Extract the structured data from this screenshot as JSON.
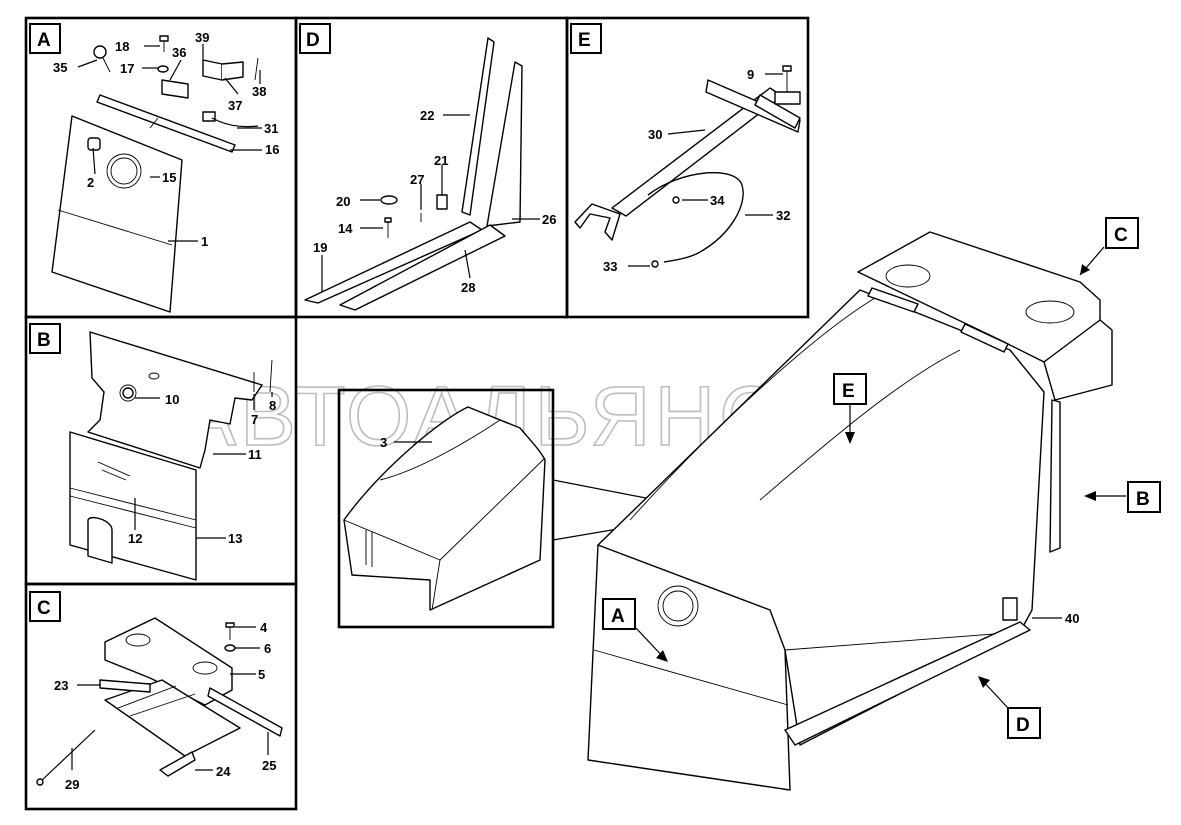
{
  "watermark": "АВТОАЛЬЯНС",
  "panels": {
    "A": "A",
    "B": "B",
    "C": "C",
    "D": "D",
    "E": "E"
  },
  "main_callouts": {
    "A": "A",
    "B": "B",
    "C": "C",
    "D": "D",
    "E": "E"
  },
  "labels": {
    "p1": "1",
    "p2": "2",
    "p3": "3",
    "p4": "4",
    "p5": "5",
    "p6": "6",
    "p7": "7",
    "p8": "8",
    "p9": "9",
    "p10": "10",
    "p11": "11",
    "p12": "12",
    "p13": "13",
    "p14": "14",
    "p15": "15",
    "p16": "16",
    "p17": "17",
    "p18": "18",
    "p19": "19",
    "p20": "20",
    "p21": "21",
    "p22": "22",
    "p23": "23",
    "p24": "24",
    "p25": "25",
    "p26": "26",
    "p27": "27",
    "p28": "28",
    "p29": "29",
    "p30": "30",
    "p31": "31",
    "p32": "32",
    "p33": "33",
    "p34": "34",
    "p35": "35",
    "p36": "36",
    "p37": "37",
    "p38": "38",
    "p39": "39",
    "p40": "40"
  }
}
